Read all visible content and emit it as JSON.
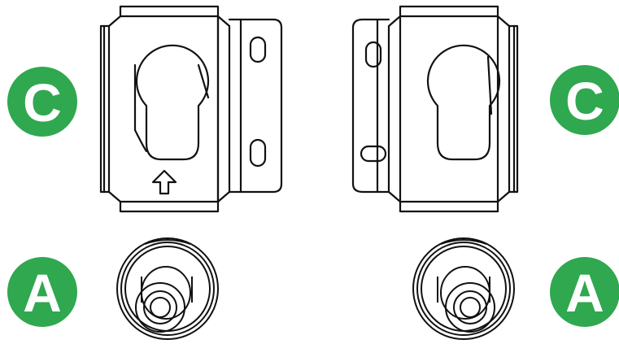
{
  "labels": {
    "bracket_left": "C",
    "bracket_right": "C",
    "roller_left": "A",
    "roller_right": "A"
  },
  "colors": {
    "badge_fill": "#2fa84f",
    "badge_text": "#ffffff",
    "line": "#111111",
    "background": "#ffffff"
  },
  "icons": {
    "direction_arrow": "up-arrow-icon"
  }
}
